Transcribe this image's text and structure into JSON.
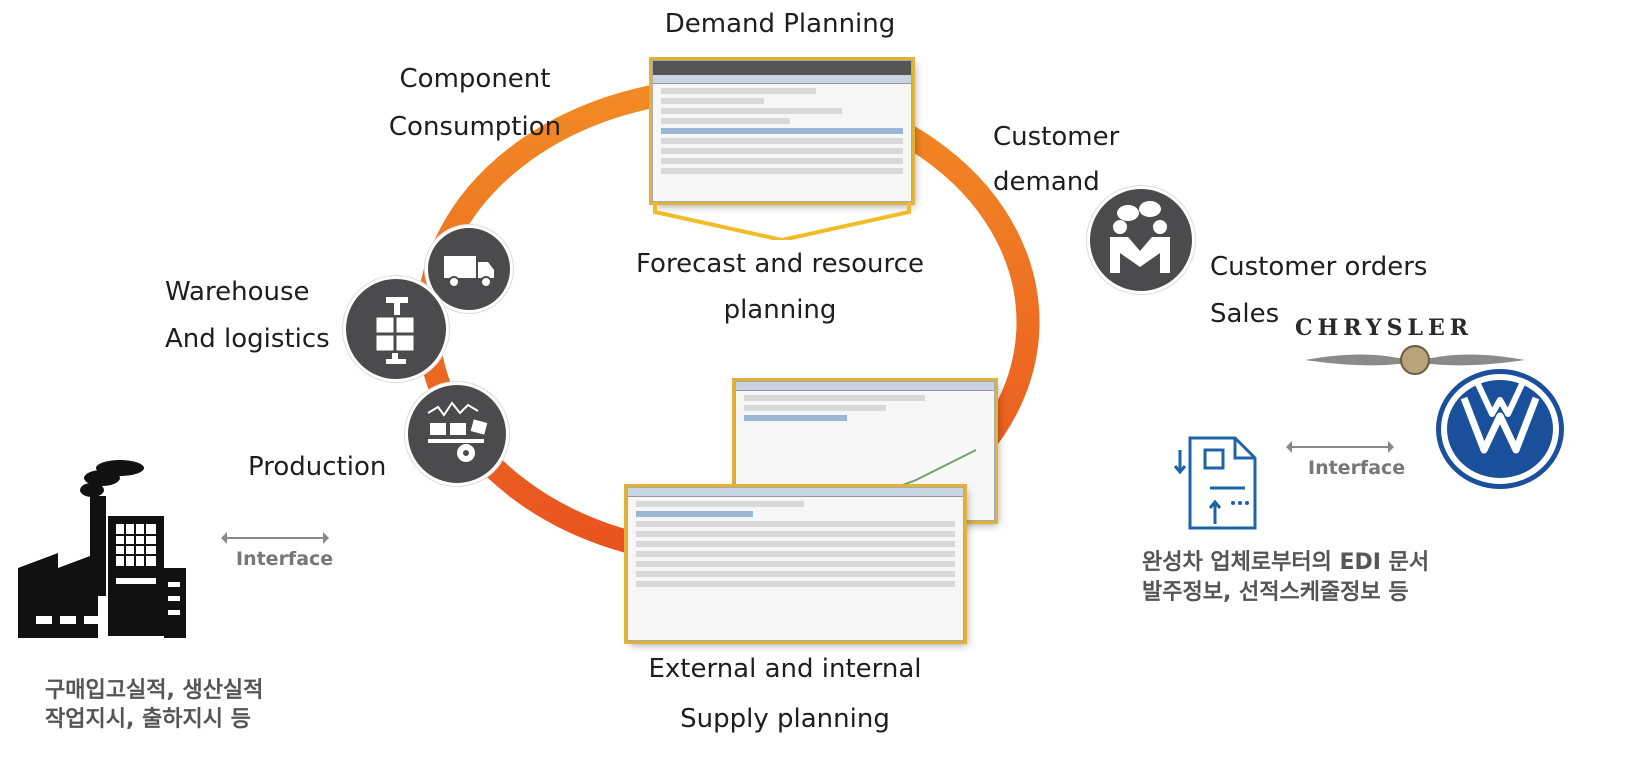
{
  "cycle": {
    "demand_planning": "Demand Planning",
    "component_line1": "Component",
    "component_line2": "Consumption",
    "customer_demand_line1": "Customer",
    "customer_demand_line2": "demand",
    "forecast_line1": "Forecast and resource",
    "forecast_line2": "planning",
    "customer_orders_line1": "Customer orders",
    "customer_orders_line2": "Sales",
    "warehouse_line1": "Warehouse",
    "warehouse_line2": "And logistics",
    "production": "Production",
    "supply_line1": "External and internal",
    "supply_line2": "Supply planning"
  },
  "factory": {
    "interface_label": "Interface",
    "note_line1": "구매입고실적, 생산실적",
    "note_line2": "작업지시, 출하지시 등"
  },
  "customer": {
    "brand_chrysler": "CHRYSLER",
    "interface_label": "Interface",
    "note_line1": "완성차 업체로부터의 EDI 문서",
    "note_line2": "발주정보, 선적스케줄정보 등"
  },
  "colors": {
    "ring_orange": "#f07f22",
    "ring_red": "#e8501f",
    "icon_circle": "#4b4b4d",
    "doc_blue": "#1f63a7",
    "vw_blue": "#1a4f9c"
  },
  "icons": [
    "truck-icon",
    "boxes-crane-icon",
    "production-line-icon",
    "handshake-icon",
    "factory-icon",
    "edi-document-icon",
    "chrysler-logo",
    "vw-logo"
  ]
}
